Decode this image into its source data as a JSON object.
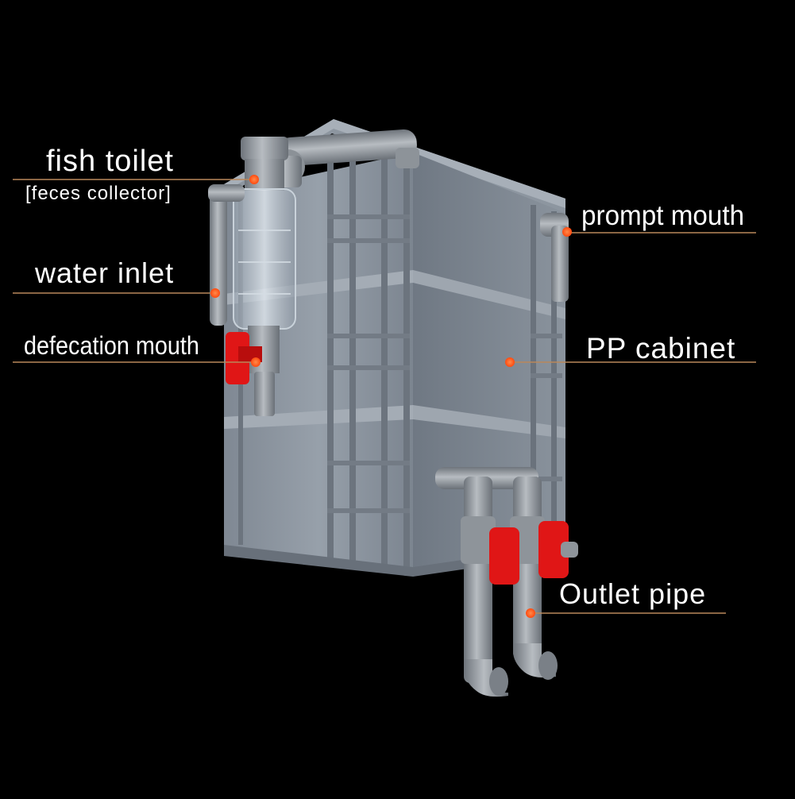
{
  "labels": {
    "fish_toilet": "fish toilet",
    "feces_collector": "[feces collector]",
    "water_inlet": "water inlet",
    "defecation_mouth": "defecation mouth",
    "prompt_mouth": "prompt mouth",
    "pp_cabinet": "PP cabinet",
    "outlet_pipe": "Outlet pipe"
  },
  "colors": {
    "background": "#000000",
    "cabinet_gray": "#8a929c",
    "pipe_gray": "#9aa0a6",
    "valve_red": "#e01616",
    "marker_orange": "#ff5a1f",
    "leader_line": "#b9875a"
  }
}
